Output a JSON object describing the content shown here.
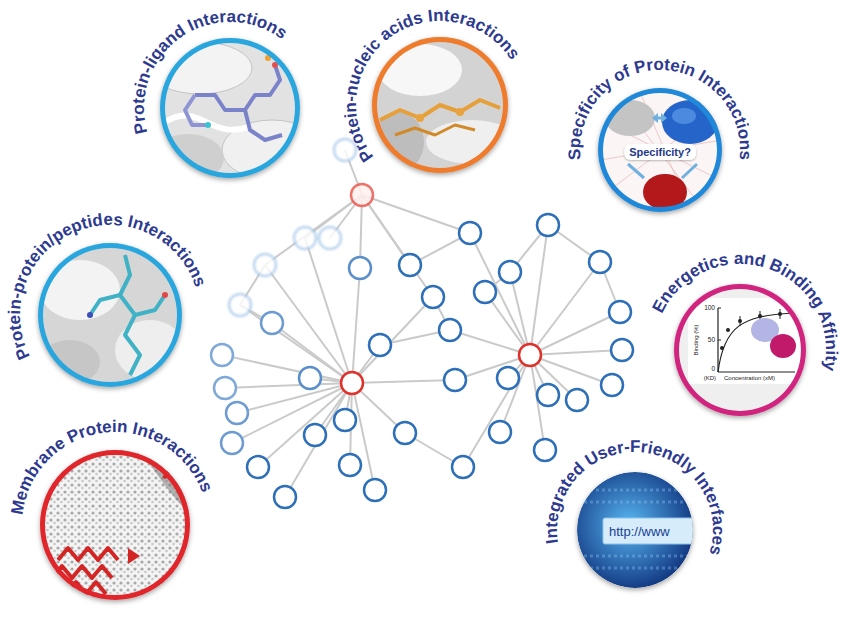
{
  "diagram": {
    "nodes": [
      {
        "text": [
          "Protein-ligand Interactions"
        ]
      },
      {
        "text": [
          "Protein-nucleic acids Interactions"
        ]
      },
      {
        "text": [
          "Specificity of Protein Interactions",
          "Specificity?"
        ]
      },
      {
        "text": [
          "Protein-protein/peptides Interactions"
        ]
      },
      {
        "text": [
          "Energetics and Binding Affinity",
          "100",
          "50",
          "0",
          "Binding (%)",
          "Concentration (xM)",
          "(KD)"
        ]
      },
      {
        "text": [
          "Membrane Protein Interactions"
        ]
      },
      {
        "text": [
          "Integrated User-Friendly Interfaces",
          "http://www"
        ]
      }
    ]
  }
}
